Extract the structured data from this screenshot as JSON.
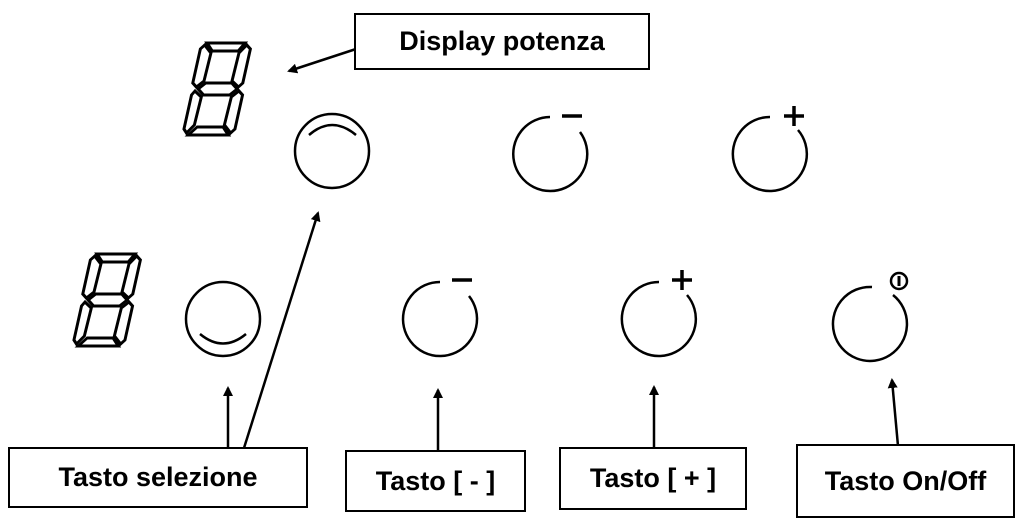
{
  "labels": {
    "display_power": "Display potenza",
    "select_key": "Tasto selezione",
    "minus_key": "Tasto [ - ]",
    "plus_key": "Tasto [ + ]",
    "onoff_key": "Tasto On/Off"
  },
  "icons": {
    "digit_display": "seven-segment-digit-8",
    "select": "circle-arc-icon",
    "minus": "circle-minus-icon",
    "plus": "circle-plus-icon",
    "power": "circle-power-icon"
  },
  "colors": {
    "stroke": "#000000",
    "background": "#ffffff"
  }
}
